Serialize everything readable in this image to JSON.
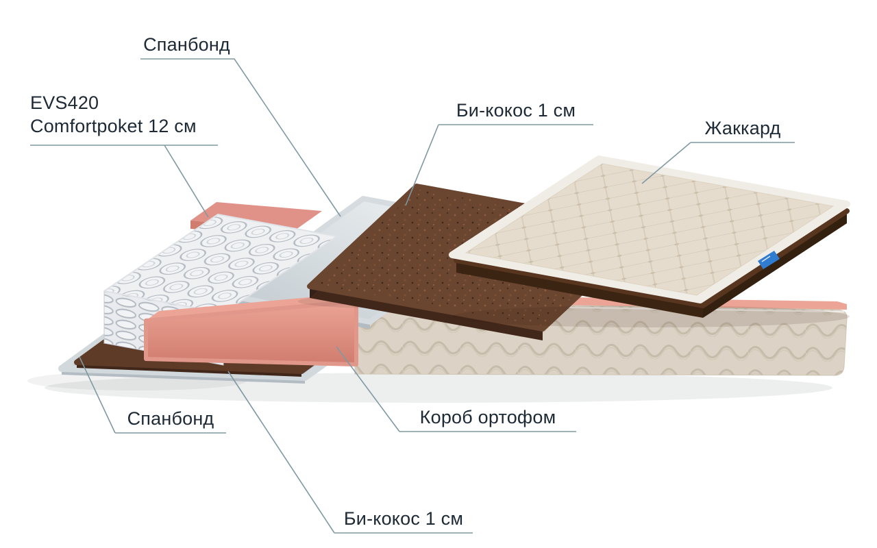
{
  "palette": {
    "background": "#ffffff",
    "text": "#1d2a36",
    "leader_line": "#7f99a3",
    "pink_foam": "#e09288",
    "pink_foam_light": "#eba495",
    "pink_foam_dark": "#d07c6e",
    "brown_cocos": "#6a4530",
    "brown_cocos_dark": "#40271a",
    "gray_spunbond": "#d6dce0",
    "gray_spunbond_side": "#b3bbc3",
    "beige_panel": "#dcd3c6",
    "beige_wave_line": "#c7bcab",
    "quilt_cream": "#e5dccd",
    "quilt_border": "#f0ede6",
    "quilt_stitch": "#d6c9b7",
    "spring_white": "#f2f3f5",
    "spring_stroke": "#b4bac2",
    "tag_blue": "#2f7cd0"
  },
  "labels": {
    "spunbond_top": "Спанбонд",
    "evs420_line1": "EVS420",
    "evs420_line2": "Comfortpoket 12 см",
    "bicocos_top": "Би-кокос 1 см",
    "jacquard": "Жаккард",
    "spunbond_bottom": "Спанбонд",
    "korob_ortofom": "Короб ортофом",
    "bicocos_bottom": "Би-кокос 1 см"
  }
}
